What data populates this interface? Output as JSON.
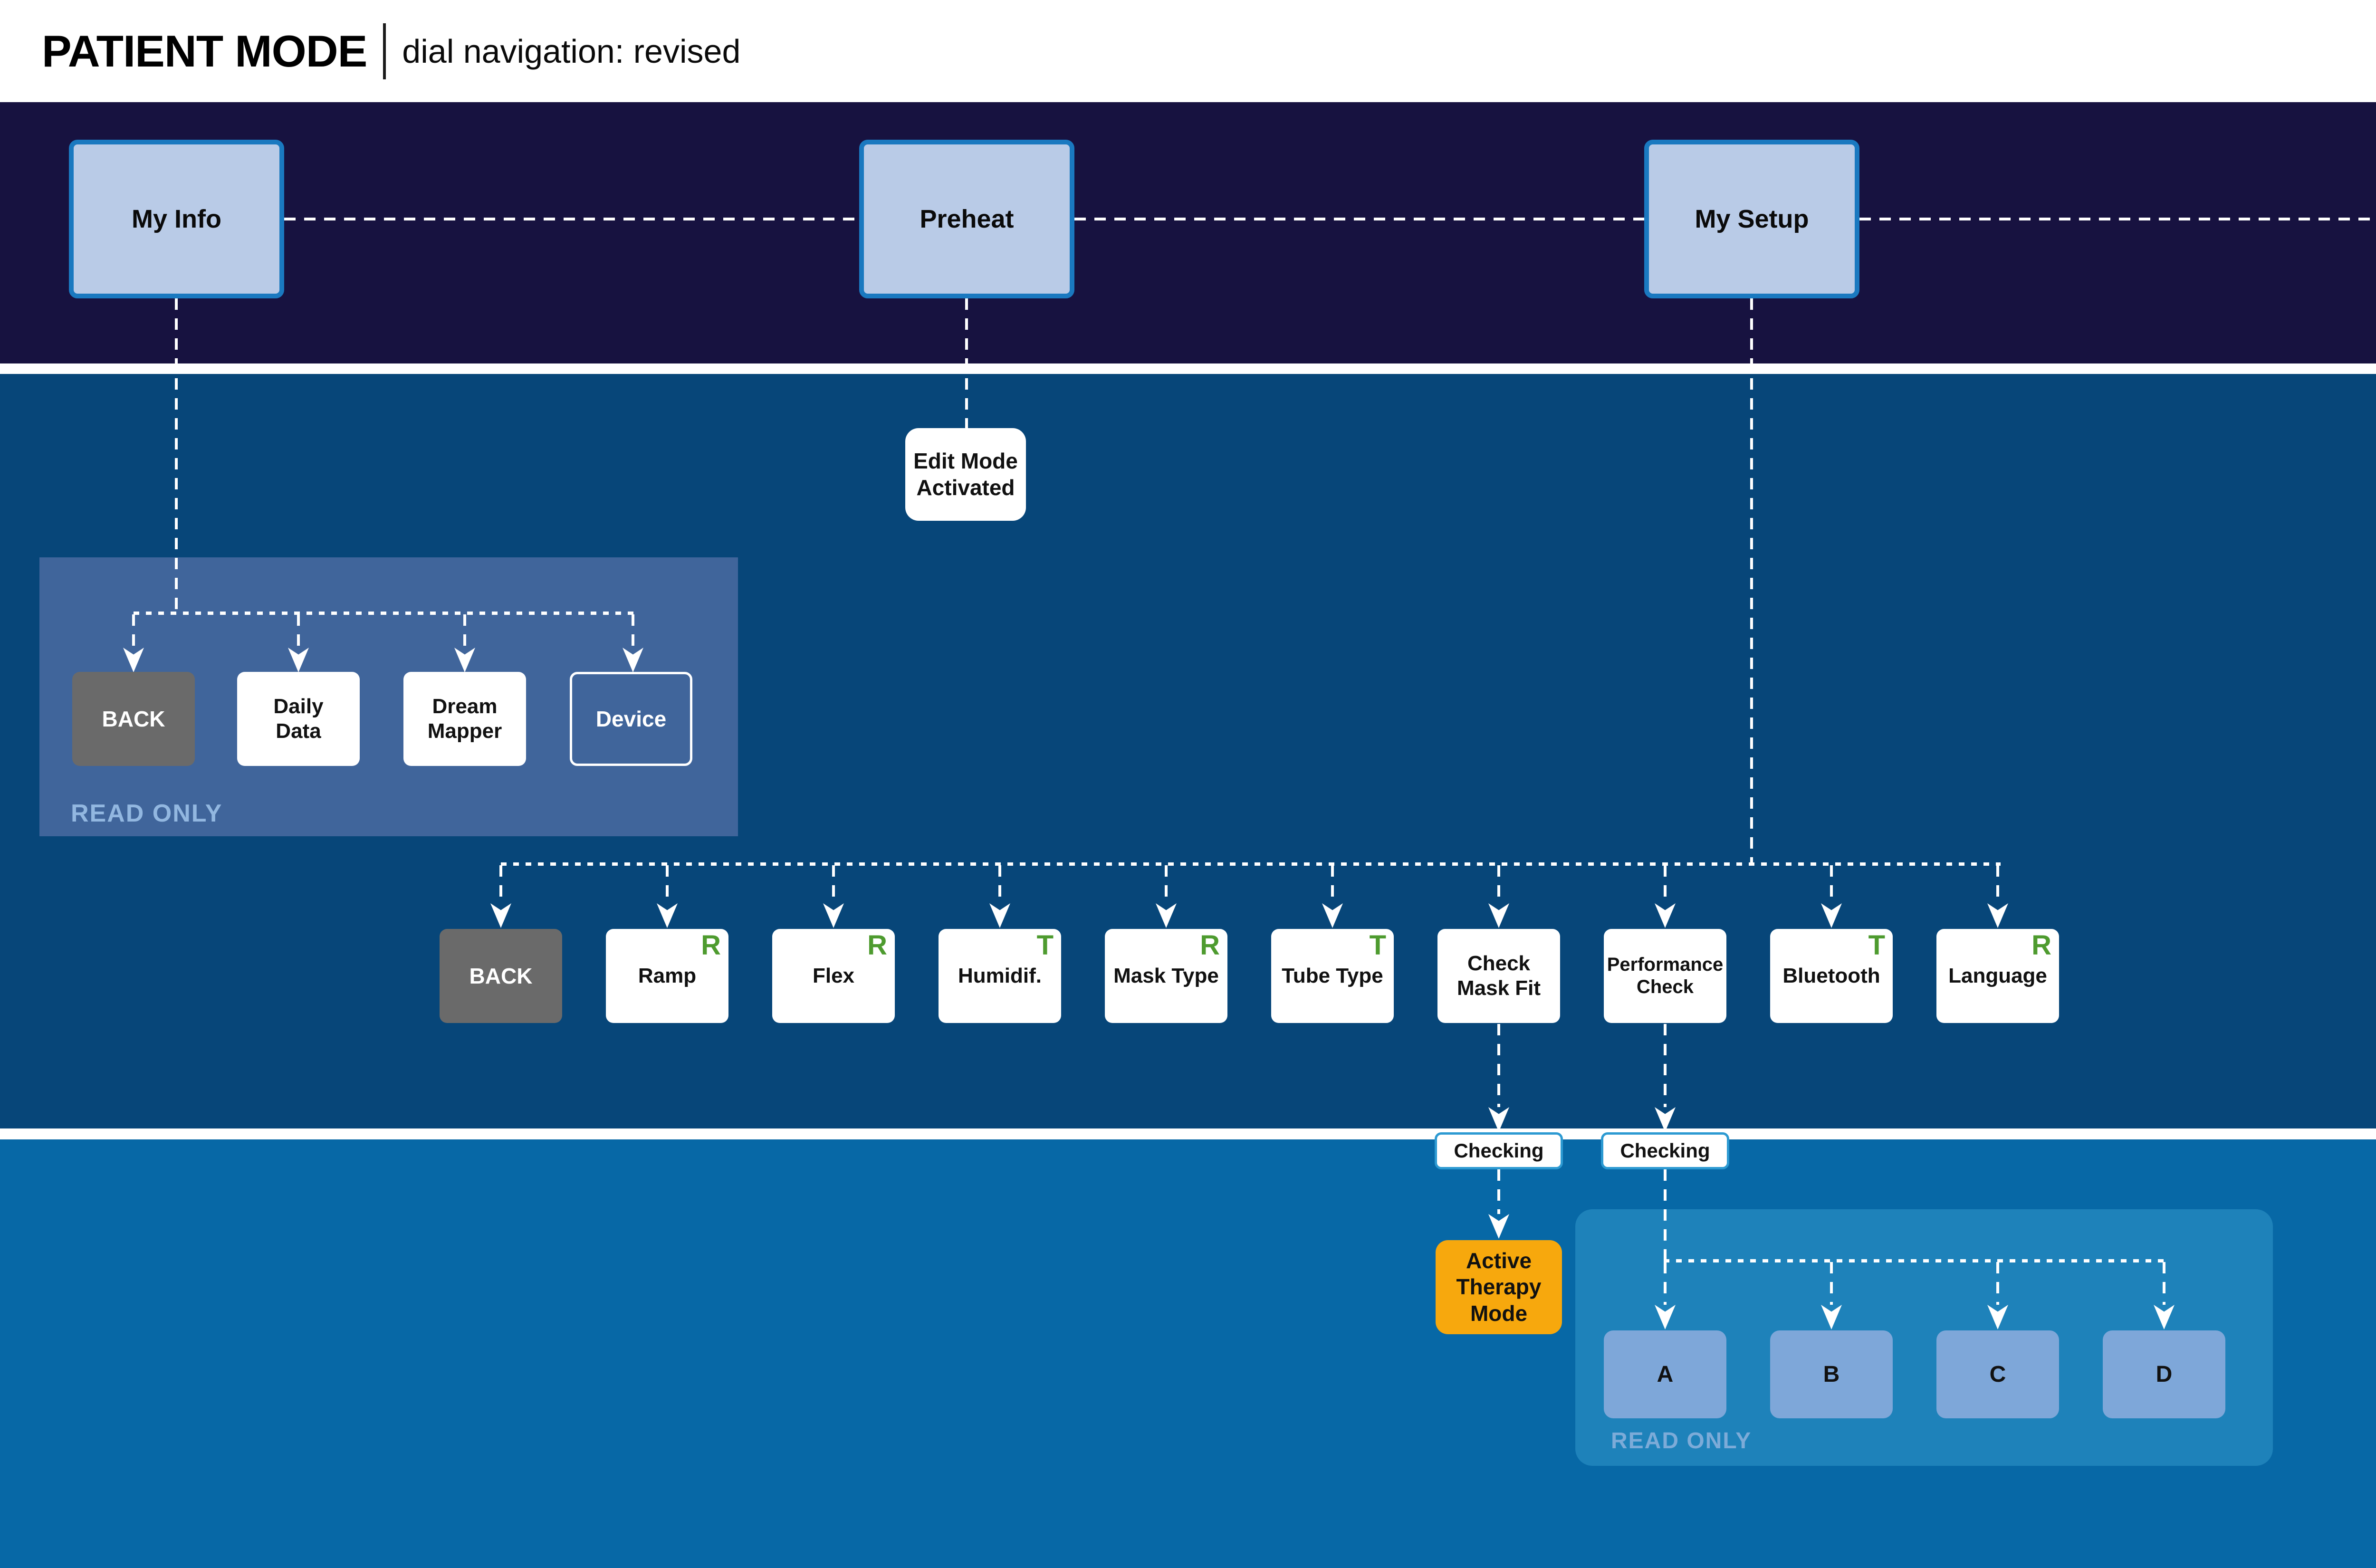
{
  "header": {
    "title": "PATIENT MODE",
    "divider": "|",
    "subtitle": "dial navigation: revised"
  },
  "top_nav": {
    "my_info": "My Info",
    "preheat": "Preheat",
    "my_setup": "My Setup"
  },
  "edit_mode": {
    "label": "Edit Mode\nActivated"
  },
  "my_info_menu": {
    "back": "BACK",
    "items": [
      {
        "label": "Daily\nData"
      },
      {
        "label": "Dream\nMapper"
      },
      {
        "label": "Device"
      }
    ],
    "read_only": "READ ONLY"
  },
  "my_setup_menu": {
    "back": "BACK",
    "items": [
      {
        "label": "Ramp",
        "tag": "R"
      },
      {
        "label": "Flex",
        "tag": "R"
      },
      {
        "label": "Humidif.",
        "tag": "T"
      },
      {
        "label": "Mask Type",
        "tag": "R"
      },
      {
        "label": "Tube Type",
        "tag": "T"
      },
      {
        "label": "Check\nMask Fit",
        "tag": ""
      },
      {
        "label": "Performance\nCheck",
        "tag": ""
      },
      {
        "label": "Bluetooth",
        "tag": "T"
      },
      {
        "label": "Language",
        "tag": "R"
      }
    ]
  },
  "checks": {
    "checking_1": "Checking",
    "checking_2": "Checking",
    "active_therapy": "Active\nTherapy\nMode"
  },
  "result_menu": {
    "items": [
      "A",
      "B",
      "C",
      "D"
    ],
    "read_only": "READ ONLY"
  },
  "colors": {
    "band_navy": "#171240",
    "band_mid_blue": "#074679",
    "band_light_blue": "#0768a6",
    "panel_slate": "#40659b",
    "panel_teal": "#1e82ba",
    "nav_box_fill": "#b9cbe7",
    "nav_box_border": "#1a79c0",
    "back_gray": "#6a6a6a",
    "tag_green": "#4e9b2f",
    "therapy_orange": "#f7a80d",
    "result_box_blue": "#7ea7d9",
    "checking_border": "#2d9ad2",
    "read_only_text_1": "#92b7e0",
    "read_only_text_2": "#7cabd8"
  }
}
